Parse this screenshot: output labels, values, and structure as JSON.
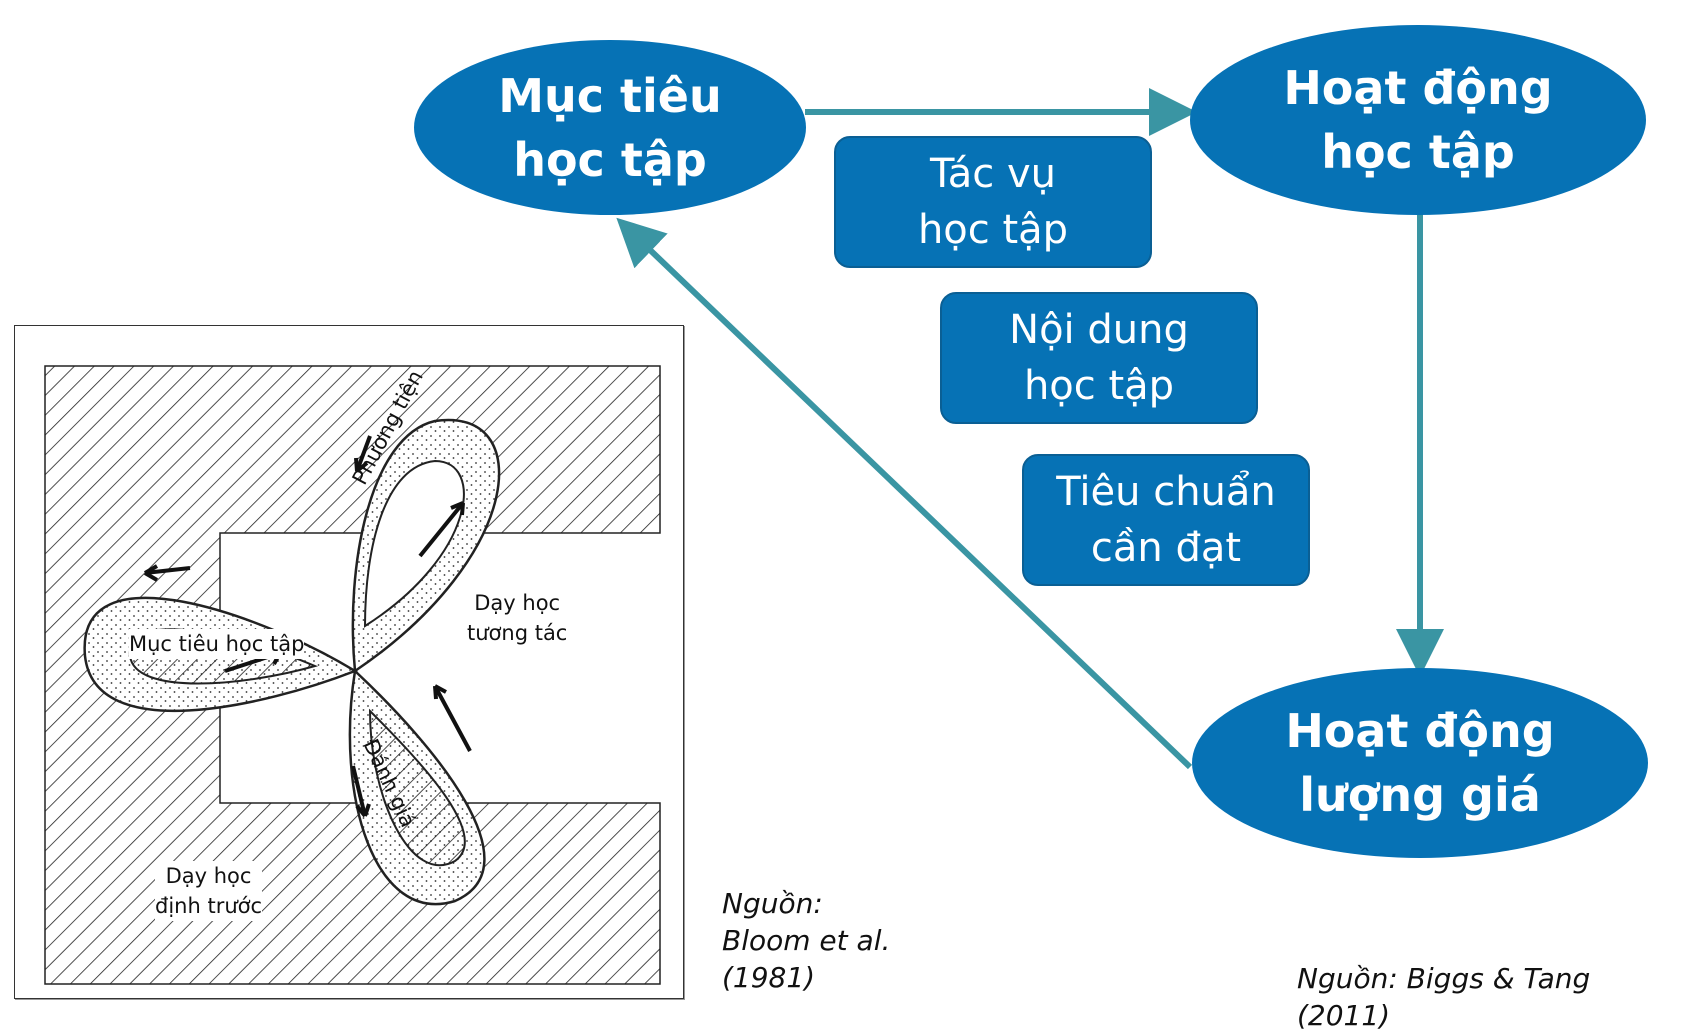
{
  "nodes": {
    "objectives": [
      "Mục tiêu",
      "học tập"
    ],
    "activities": [
      "Hoạt động",
      "học tập"
    ],
    "assessment": [
      "Hoạt động",
      "lượng giá"
    ]
  },
  "boxes": {
    "tasks": [
      "Tác vụ",
      "học tập"
    ],
    "content": [
      "Nội dung",
      "học tập"
    ],
    "standards": [
      "Tiêu chuẩn",
      "cần đạt"
    ]
  },
  "figure": {
    "label_methods": "Phương tiện",
    "label_objectives": "Mục tiêu học tập",
    "label_interactive": [
      "Dạy học",
      "tương tác"
    ],
    "label_assessment": "Đánh giá",
    "label_predefined": [
      "Dạy học",
      "định trước"
    ]
  },
  "sources": {
    "bloom": [
      "Nguồn:",
      "Bloom et al.",
      "(1981)"
    ],
    "biggs": "Nguồn: Biggs & Tang (2011)"
  },
  "colors": {
    "node_fill": "#0672b5",
    "arrow": "#3a95a3"
  }
}
